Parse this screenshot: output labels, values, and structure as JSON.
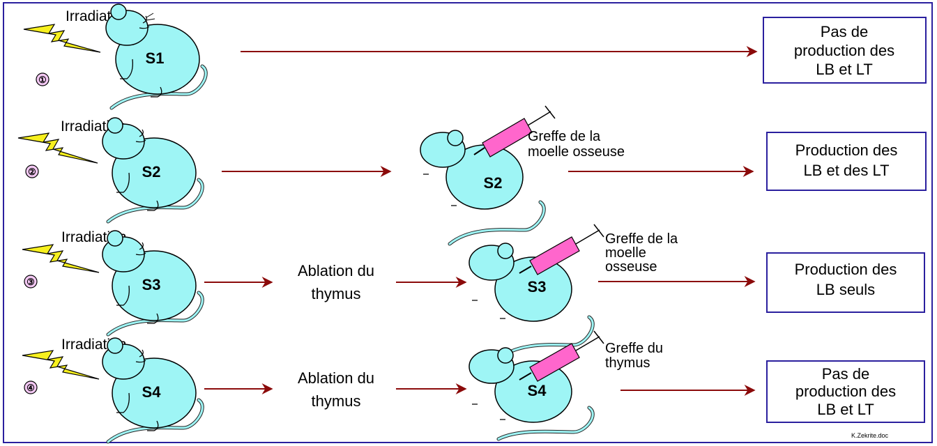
{
  "colors": {
    "frame": "#2a1f9e",
    "mouse_body": "#9ef5f5",
    "arrow": "#8b0a0a",
    "lightning": "#f7f01e",
    "syringe": "#ff66cc",
    "number_circle": "#f3c8f3"
  },
  "experiments": [
    {
      "number": "①",
      "irradiation": "Irradiation",
      "mouse": "S1",
      "result_lines": [
        "Pas de",
        "production des",
        "LB et LT"
      ]
    },
    {
      "number": "②",
      "irradiation": "Irradiation",
      "mouse": "S2",
      "treated_mouse": "S2",
      "graft_lines": [
        "Greffe de la",
        "moelle osseuse"
      ],
      "result_lines": [
        "Production des",
        "LB et des LT"
      ]
    },
    {
      "number": "③",
      "irradiation": "Irradiation",
      "mouse": "S3",
      "ablation_lines": [
        "Ablation du",
        "thymus"
      ],
      "treated_mouse": "S3",
      "graft_lines": [
        "Greffe de la",
        "moelle",
        "osseuse"
      ],
      "result_lines": [
        "Production des",
        "LB seuls"
      ]
    },
    {
      "number": "④",
      "irradiation": "Irradiation",
      "mouse": "S4",
      "ablation_lines": [
        "Ablation du",
        "thymus"
      ],
      "treated_mouse": "S4",
      "graft_lines": [
        "Greffe du",
        "thymus"
      ],
      "result_lines": [
        "Pas de",
        "production des",
        "LB et LT"
      ]
    }
  ],
  "credit": "K.Zekrite.doc"
}
